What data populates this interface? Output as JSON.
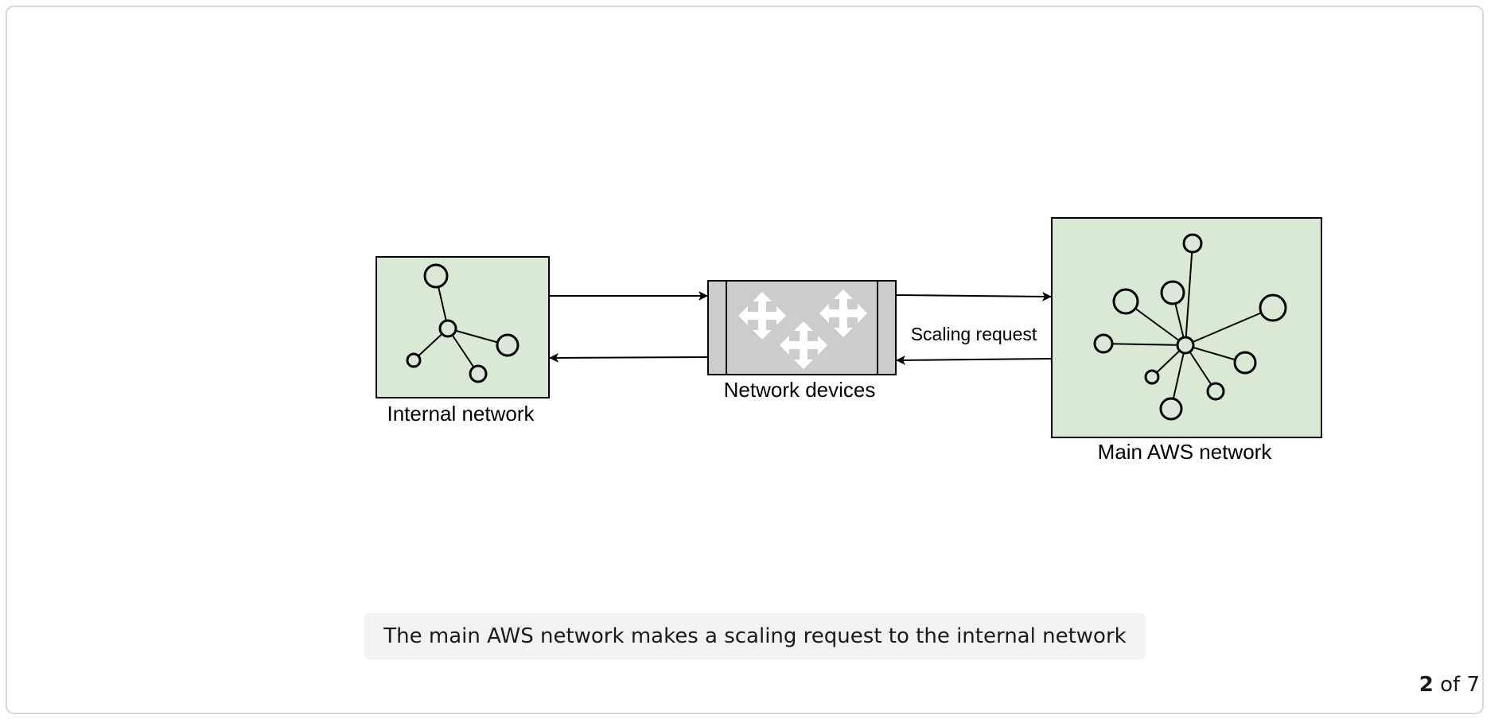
{
  "diagram": {
    "nodes": {
      "internal": {
        "label": "Internal network",
        "fill": "#dae8d6"
      },
      "devices": {
        "label": "Network devices",
        "fill": "#cccccc",
        "icon": "router-move-arrows-icon"
      },
      "aws": {
        "label": "Main AWS network",
        "fill": "#dae8d6"
      }
    },
    "edges": [
      {
        "from": "internal",
        "to": "devices",
        "label": ""
      },
      {
        "from": "devices",
        "to": "aws",
        "label": ""
      },
      {
        "from": "aws",
        "to": "devices",
        "label": "Scaling request"
      },
      {
        "from": "devices",
        "to": "internal",
        "label": ""
      }
    ]
  },
  "caption": "The main AWS network makes a scaling request to the internal network",
  "pager": {
    "current": "2",
    "separator": "of",
    "total": "7"
  }
}
